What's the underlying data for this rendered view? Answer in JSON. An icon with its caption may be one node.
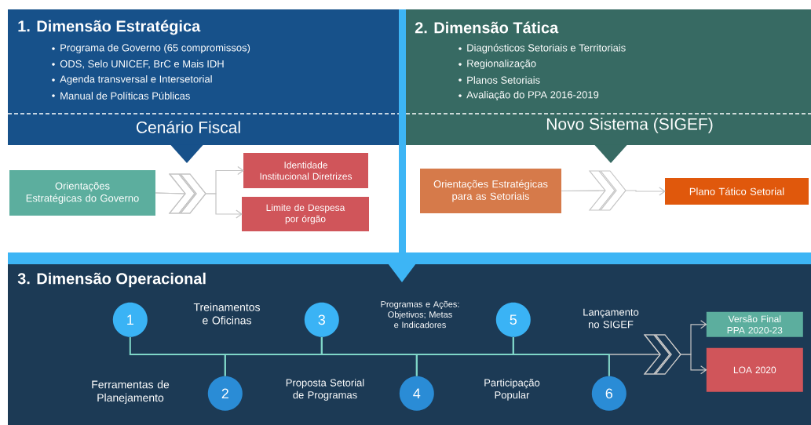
{
  "diagram": {
    "nodes": [
      {
        "text": [
          "1. Dimensão Estratégica",
          "Programa de Governo (65 compromissos)",
          "ODS, Selo UNICEF, BrC e Mais IDH",
          "Agenda transversal e Intersetorial",
          "Manual de Políticas Públicas",
          "Cenário Fiscal"
        ]
      },
      {
        "text": [
          "2. Dimensão Tática",
          "Diagnósticos Setoriais e Territoriais",
          "Regionalização",
          "Planos Setoriais",
          "Avaliação do PPA 2016-2019",
          "Novo Sistema (SIGEF)"
        ]
      },
      {
        "text": [
          "Orientações Estratégicas do Governo"
        ]
      },
      {
        "text": [
          "Identidade Institucional Diretrizes"
        ]
      },
      {
        "text": [
          "Limite de Despesa por órgão"
        ]
      },
      {
        "text": [
          "Orientações Estratégicas para as Setoriais"
        ]
      },
      {
        "text": [
          "Plano Tático Setorial"
        ]
      },
      {
        "text": [
          "3. Dimensão Operacional"
        ]
      },
      {
        "text": [
          "1"
        ],
        "in": 7
      },
      {
        "text": [
          "2"
        ],
        "in": 7
      },
      {
        "text": [
          "3"
        ],
        "in": 7
      },
      {
        "text": [
          "4"
        ],
        "in": 7
      },
      {
        "text": [
          "5"
        ],
        "in": 7
      },
      {
        "text": [
          "6"
        ],
        "in": 7
      },
      {
        "text": [
          "Versão Final PPA 2020-23"
        ],
        "in": 7
      },
      {
        "text": [
          "LOA 2020"
        ],
        "in": 7
      }
    ],
    "edges": [
      {
        "from": 2,
        "to": 3,
        "arrow": "to"
      },
      {
        "from": 2,
        "to": 4,
        "arrow": "to"
      },
      {
        "from": 5,
        "to": 6,
        "arrow": "to"
      },
      {
        "from": 13,
        "to": 14,
        "arrow": "to"
      },
      {
        "from": 13,
        "to": 15,
        "arrow": "to"
      },
      {
        "from": 8,
        "to": 9,
        "arrow": "none"
      },
      {
        "from": 9,
        "to": 10,
        "arrow": "none"
      },
      {
        "from": 10,
        "to": 11,
        "arrow": "none"
      },
      {
        "from": 11,
        "to": 12,
        "arrow": "none"
      },
      {
        "from": 12,
        "to": 13,
        "arrow": "none"
      }
    ],
    "labels": [
      "Treinamentos e Oficinas",
      "Programas e Ações: Objetivos; Metas e Indicadores",
      "Lançamento no SIGEF",
      "Ferramentas de Planejamento",
      "Proposta Setorial de Programas",
      "Participação Popular"
    ]
  }
}
